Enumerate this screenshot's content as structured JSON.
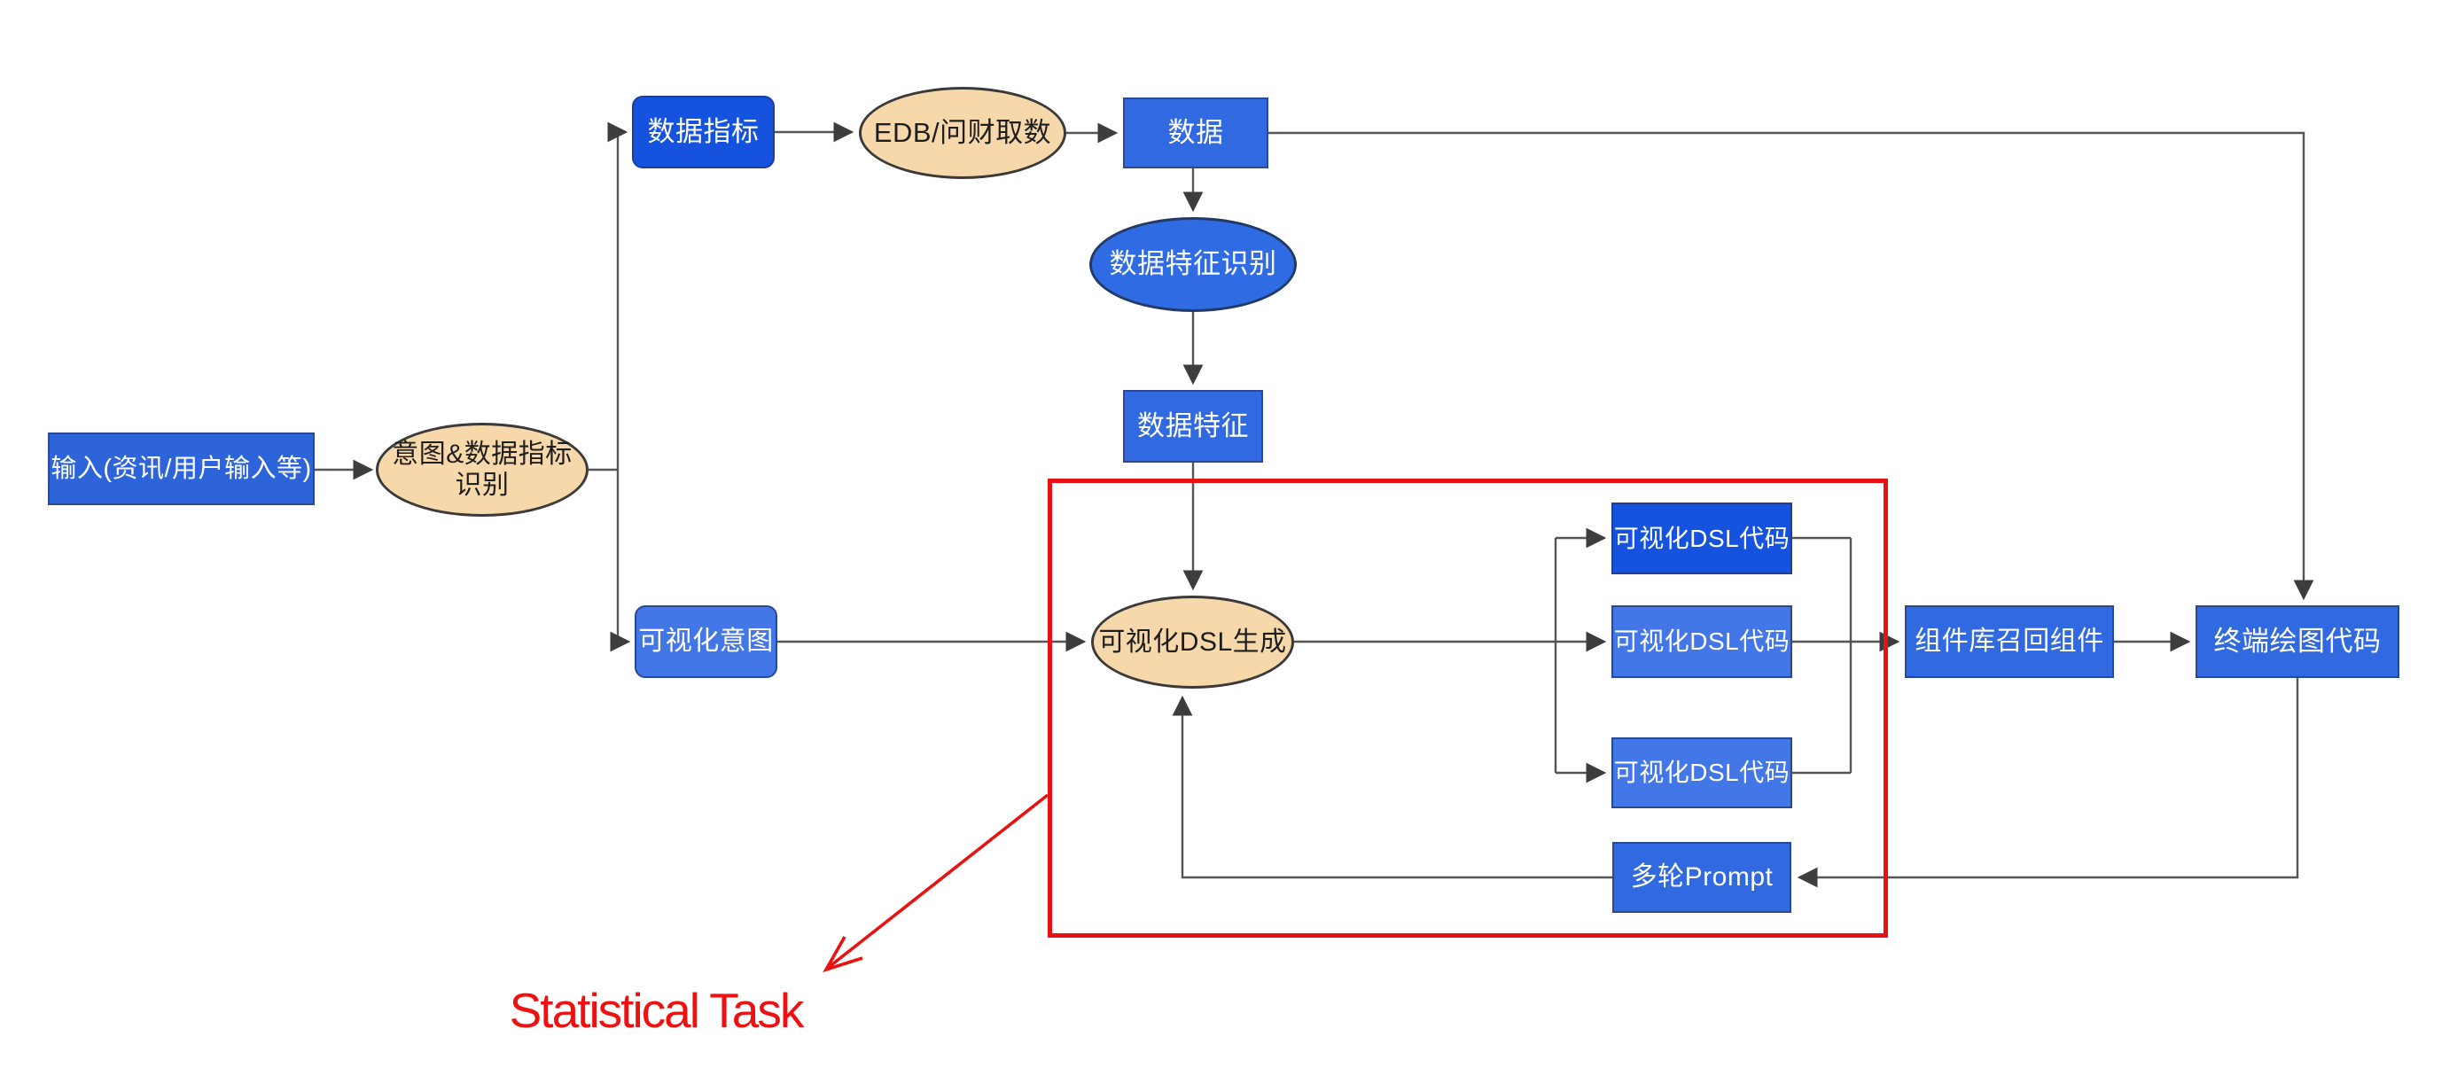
{
  "diagram": {
    "title_implicit": "Statistical visualization pipeline flowchart",
    "nodes": {
      "input": {
        "label": "输入(资讯/用户输入等)",
        "shape": "rect"
      },
      "intent": {
        "label": "意图&数据指标识别",
        "shape": "ellipse"
      },
      "data_indicator": {
        "label": "数据指标",
        "shape": "rounded-rect"
      },
      "edb": {
        "label": "EDB/问财取数",
        "shape": "ellipse"
      },
      "data": {
        "label": "数据",
        "shape": "rect"
      },
      "feature_recog": {
        "label": "数据特征识别",
        "shape": "ellipse"
      },
      "data_feature": {
        "label": "数据特征",
        "shape": "rect"
      },
      "viz_intent": {
        "label": "可视化意图",
        "shape": "rounded-rect"
      },
      "dsl_gen": {
        "label": "可视化DSL生成",
        "shape": "ellipse"
      },
      "dsl_code_1": {
        "label": "可视化DSL代码",
        "shape": "rect"
      },
      "dsl_code_2": {
        "label": "可视化DSL代码",
        "shape": "rect"
      },
      "dsl_code_3": {
        "label": "可视化DSL代码",
        "shape": "rect"
      },
      "component": {
        "label": "组件库召回组件",
        "shape": "rect"
      },
      "terminal": {
        "label": "终端绘图代码",
        "shape": "rect"
      },
      "prompt": {
        "label": "多轮Prompt",
        "shape": "rect"
      }
    },
    "edges": [
      {
        "from": "input",
        "to": "intent"
      },
      {
        "from": "intent",
        "to": "data_indicator"
      },
      {
        "from": "intent",
        "to": "viz_intent"
      },
      {
        "from": "data_indicator",
        "to": "edb"
      },
      {
        "from": "edb",
        "to": "data"
      },
      {
        "from": "data",
        "to": "feature_recog"
      },
      {
        "from": "feature_recog",
        "to": "data_feature"
      },
      {
        "from": "data_feature",
        "to": "dsl_gen"
      },
      {
        "from": "viz_intent",
        "to": "dsl_gen"
      },
      {
        "from": "dsl_gen",
        "to": "dsl_code_1"
      },
      {
        "from": "dsl_gen",
        "to": "dsl_code_2"
      },
      {
        "from": "dsl_gen",
        "to": "dsl_code_3"
      },
      {
        "from": "dsl_code_1",
        "to": "component"
      },
      {
        "from": "dsl_code_2",
        "to": "component"
      },
      {
        "from": "dsl_code_3",
        "to": "component"
      },
      {
        "from": "component",
        "to": "terminal"
      },
      {
        "from": "data",
        "to": "terminal"
      },
      {
        "from": "terminal",
        "to": "prompt"
      },
      {
        "from": "prompt",
        "to": "dsl_gen"
      }
    ],
    "annotation": {
      "label": "Statistical Task",
      "color": "#ee1111",
      "highlight_region": "dsl_generation_loop"
    },
    "palette": {
      "box_blue_mid": "#3169e0",
      "box_blue_deep": "#1552de",
      "box_blue_soft": "#4377e8",
      "box_border": "#2a4894",
      "ellipse_peach": "#f7d8ab",
      "ellipse_blue": "#2f6be3",
      "edge_gray": "#555555",
      "highlight_red": "#e81212",
      "text_on_blue": "#ffffff",
      "text_on_peach": "#1e1e1e"
    }
  }
}
